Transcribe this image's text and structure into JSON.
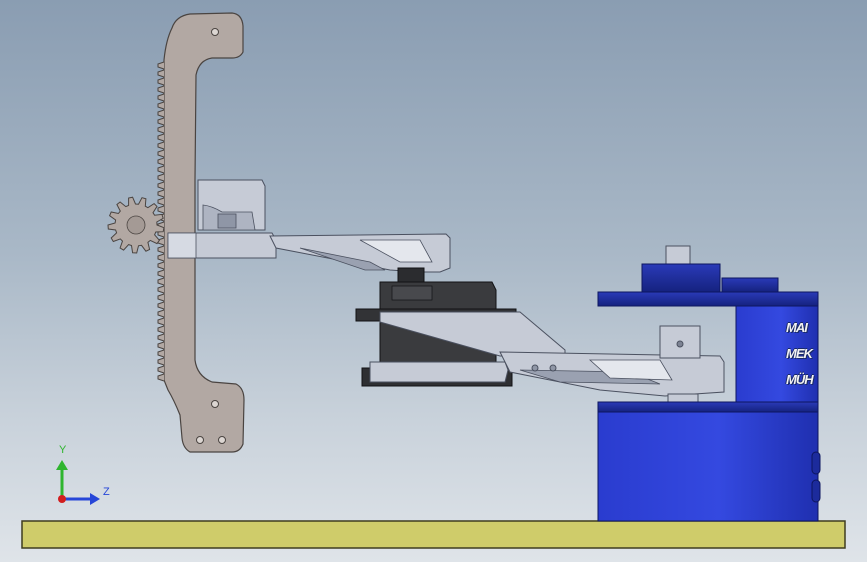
{
  "viewport": {
    "background_top": "#8a9db2",
    "background_bottom": "#dfe4e9"
  },
  "triad": {
    "y_label": "Y",
    "z_label": "Z",
    "y_color": "#2fb52f",
    "z_color": "#2646d8",
    "x_color": "#d21e1e"
  },
  "colors": {
    "rack": "#b2a8a3",
    "rack_edge": "#4a4441",
    "aluminum": "#c6cbd6",
    "aluminum_edge": "#4b5160",
    "servo": "#3a3b3e",
    "servo_edge": "#111214",
    "base_blue": "#2d3fd6",
    "base_blue_dark": "#1a2aa8",
    "cap_navy": "#1c2b9c",
    "floor": "#cfcc6a",
    "floor_edge": "#3f3d1f"
  },
  "base_panel": {
    "labels": [
      "MAI",
      "MEK",
      "MÜH"
    ]
  }
}
